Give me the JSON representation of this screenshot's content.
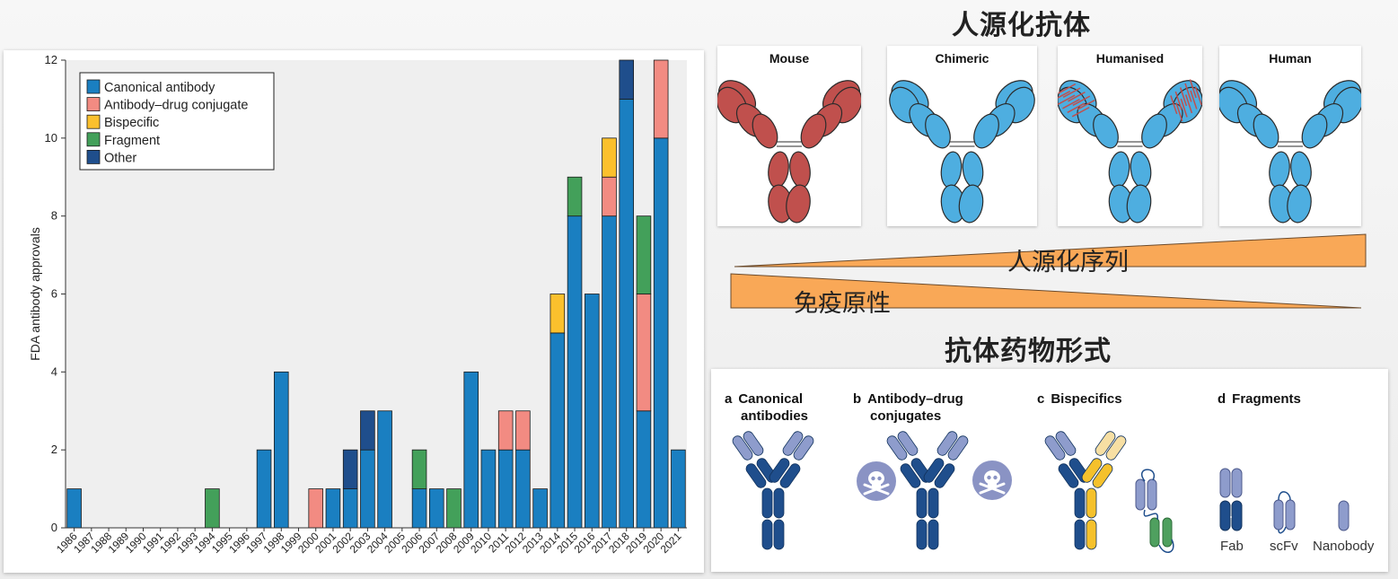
{
  "chart_data": {
    "type": "bar",
    "stacked": true,
    "ylabel": "FDA antibody approvals",
    "xlabel": "",
    "ylim": [
      0,
      12
    ],
    "yticks": [
      0,
      2,
      4,
      6,
      8,
      10,
      12
    ],
    "grid": false,
    "legend_position": "top-left",
    "categories": [
      "1986",
      "1987",
      "1988",
      "1989",
      "1990",
      "1991",
      "1992",
      "1993",
      "1994",
      "1995",
      "1996",
      "1997",
      "1998",
      "1999",
      "2000",
      "2001",
      "2002",
      "2003",
      "2004",
      "2005",
      "2006",
      "2007",
      "2008",
      "2009",
      "2010",
      "2011",
      "2012",
      "2013",
      "2014",
      "2015",
      "2016",
      "2017",
      "2018",
      "2019",
      "2020",
      "2021"
    ],
    "series": [
      {
        "name": "Canonical antibody",
        "color": "#1a7fc1",
        "values": [
          1,
          0,
          0,
          0,
          0,
          0,
          0,
          0,
          0,
          0,
          0,
          2,
          4,
          0,
          0,
          1,
          1,
          2,
          3,
          0,
          1,
          1,
          0,
          4,
          2,
          2,
          2,
          1,
          5,
          8,
          6,
          8,
          11,
          3,
          10,
          2
        ]
      },
      {
        "name": "Antibody–drug conjugate",
        "color": "#f28b82",
        "values": [
          0,
          0,
          0,
          0,
          0,
          0,
          0,
          0,
          0,
          0,
          0,
          0,
          0,
          0,
          1,
          0,
          0,
          0,
          0,
          0,
          0,
          0,
          0,
          0,
          0,
          1,
          1,
          0,
          0,
          0,
          0,
          1,
          0,
          3,
          2,
          0
        ]
      },
      {
        "name": "Bispecific",
        "color": "#fbc02d",
        "values": [
          0,
          0,
          0,
          0,
          0,
          0,
          0,
          0,
          0,
          0,
          0,
          0,
          0,
          0,
          0,
          0,
          0,
          0,
          0,
          0,
          0,
          0,
          0,
          0,
          0,
          0,
          0,
          0,
          1,
          0,
          0,
          1,
          0,
          0,
          0,
          0
        ]
      },
      {
        "name": "Fragment",
        "color": "#43a05a",
        "values": [
          0,
          0,
          0,
          0,
          0,
          0,
          0,
          0,
          1,
          0,
          0,
          0,
          0,
          0,
          0,
          0,
          0,
          0,
          0,
          0,
          1,
          0,
          1,
          0,
          0,
          0,
          0,
          0,
          0,
          1,
          0,
          0,
          0,
          2,
          0,
          0
        ]
      },
      {
        "name": "Other",
        "color": "#1f4e8c",
        "values": [
          0,
          0,
          0,
          0,
          0,
          0,
          0,
          0,
          0,
          0,
          0,
          0,
          0,
          0,
          0,
          0,
          1,
          1,
          0,
          0,
          0,
          0,
          0,
          0,
          0,
          0,
          0,
          0,
          0,
          0,
          0,
          0,
          1,
          0,
          0,
          0
        ]
      }
    ]
  },
  "humanisation": {
    "title": "人源化抗体",
    "types": [
      "Mouse",
      "Chimeric",
      "Humanised",
      "Human"
    ],
    "increase_label": "人源化序列",
    "decrease_label": "免疫原性",
    "colors": {
      "mouse": "#c0504d",
      "human": "#4eaee0",
      "wedge": "#f9a857"
    }
  },
  "formats": {
    "title": "抗体药物形式",
    "panels": [
      {
        "letter": "a",
        "line1": "Canonical",
        "line2": "antibodies"
      },
      {
        "letter": "b",
        "line1": "Antibody–drug",
        "line2": "conjugates"
      },
      {
        "letter": "c",
        "line1": "Bispecifics",
        "line2": ""
      },
      {
        "letter": "d",
        "line1": "Fragments",
        "line2": ""
      }
    ],
    "fragments": [
      "Fab",
      "scFv",
      "Nanobody"
    ],
    "colors": {
      "dark": "#1f4e8c",
      "light": "#8e9ccc",
      "gold": "#f5c12c",
      "pale_gold": "#f7dfa3",
      "green": "#4fa05f",
      "toxin": "#8a93c4"
    }
  }
}
